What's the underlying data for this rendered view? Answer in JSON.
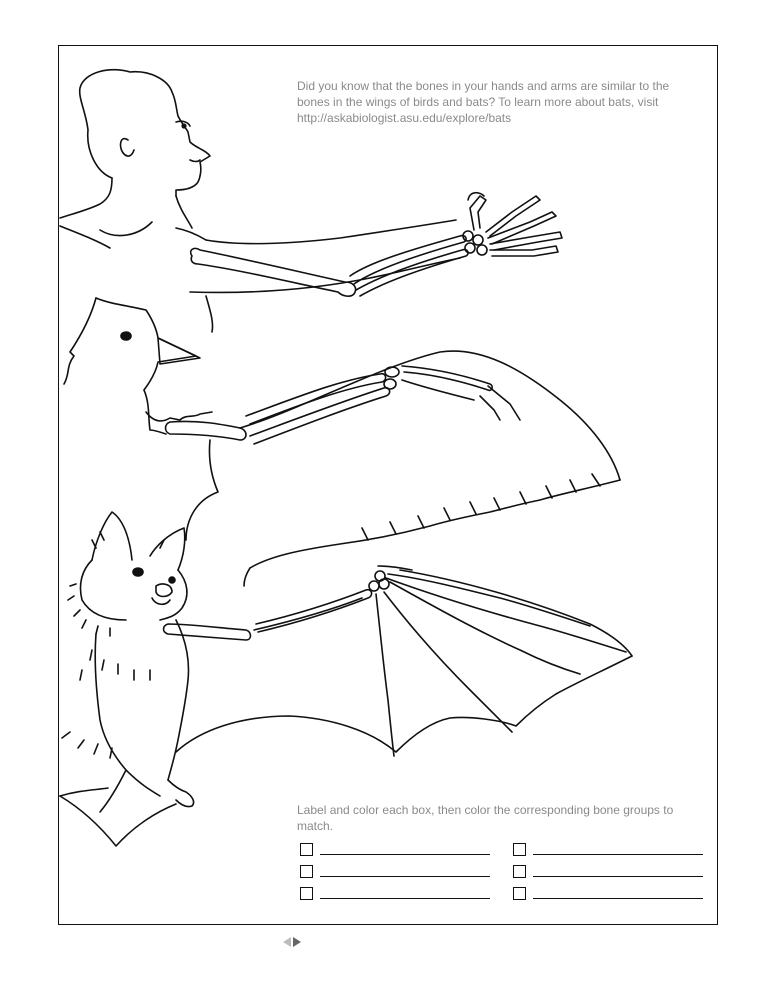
{
  "page": {
    "intro_text": "Did you know that the bones in your hands and arms are similar to the bones in the wings of birds and bats?  To learn more about bats, visit http://askabiologist.asu.edu/explore/bats",
    "instructions_text": "Label and color each box, then color the corresponding bone groups to match."
  },
  "illustrations": [
    {
      "name": "human-arm-illustration",
      "icon": "human-arm-skeleton"
    },
    {
      "name": "bird-wing-illustration",
      "icon": "bird-wing-skeleton"
    },
    {
      "name": "bat-wing-illustration",
      "icon": "bat-wing-skeleton"
    }
  ],
  "label_boxes": {
    "count": 6
  },
  "colors": {
    "text_gray": "#8a8a8a",
    "line_black": "#111111"
  }
}
